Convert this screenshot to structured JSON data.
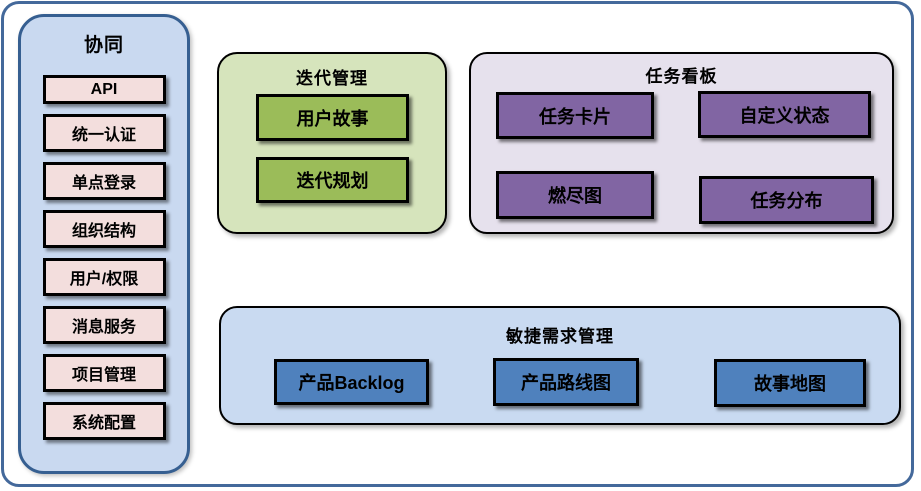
{
  "sidebar": {
    "title": "协同",
    "items": [
      "API",
      "统一认证",
      "单点登录",
      "组织结构",
      "用户/权限",
      "消息服务",
      "项目管理",
      "系统配置"
    ]
  },
  "panels": {
    "iteration": {
      "title": "迭代管理",
      "items": [
        "用户故事",
        "迭代规划"
      ]
    },
    "taskboard": {
      "title": "任务看板",
      "items": [
        "任务卡片",
        "自定义状态",
        "燃尽图",
        "任务分布"
      ]
    },
    "agile": {
      "title": "敏捷需求管理",
      "items": [
        "产品Backlog",
        "产品路线图",
        "故事地图"
      ]
    }
  },
  "colors": {
    "frame-border": "#44699B",
    "sidebar-bg": "#C9D9F0",
    "sidebar-border": "#365F91",
    "pink-item": "#F3DEDD",
    "green-panel": "#D6E4BC",
    "green-item": "#9BBC59",
    "purple-panel": "#E6E1ED",
    "purple-item": "#8165A3",
    "blue-panel": "#C9DAF1",
    "blue-item": "#4F81BD",
    "box-border": "#000000"
  }
}
